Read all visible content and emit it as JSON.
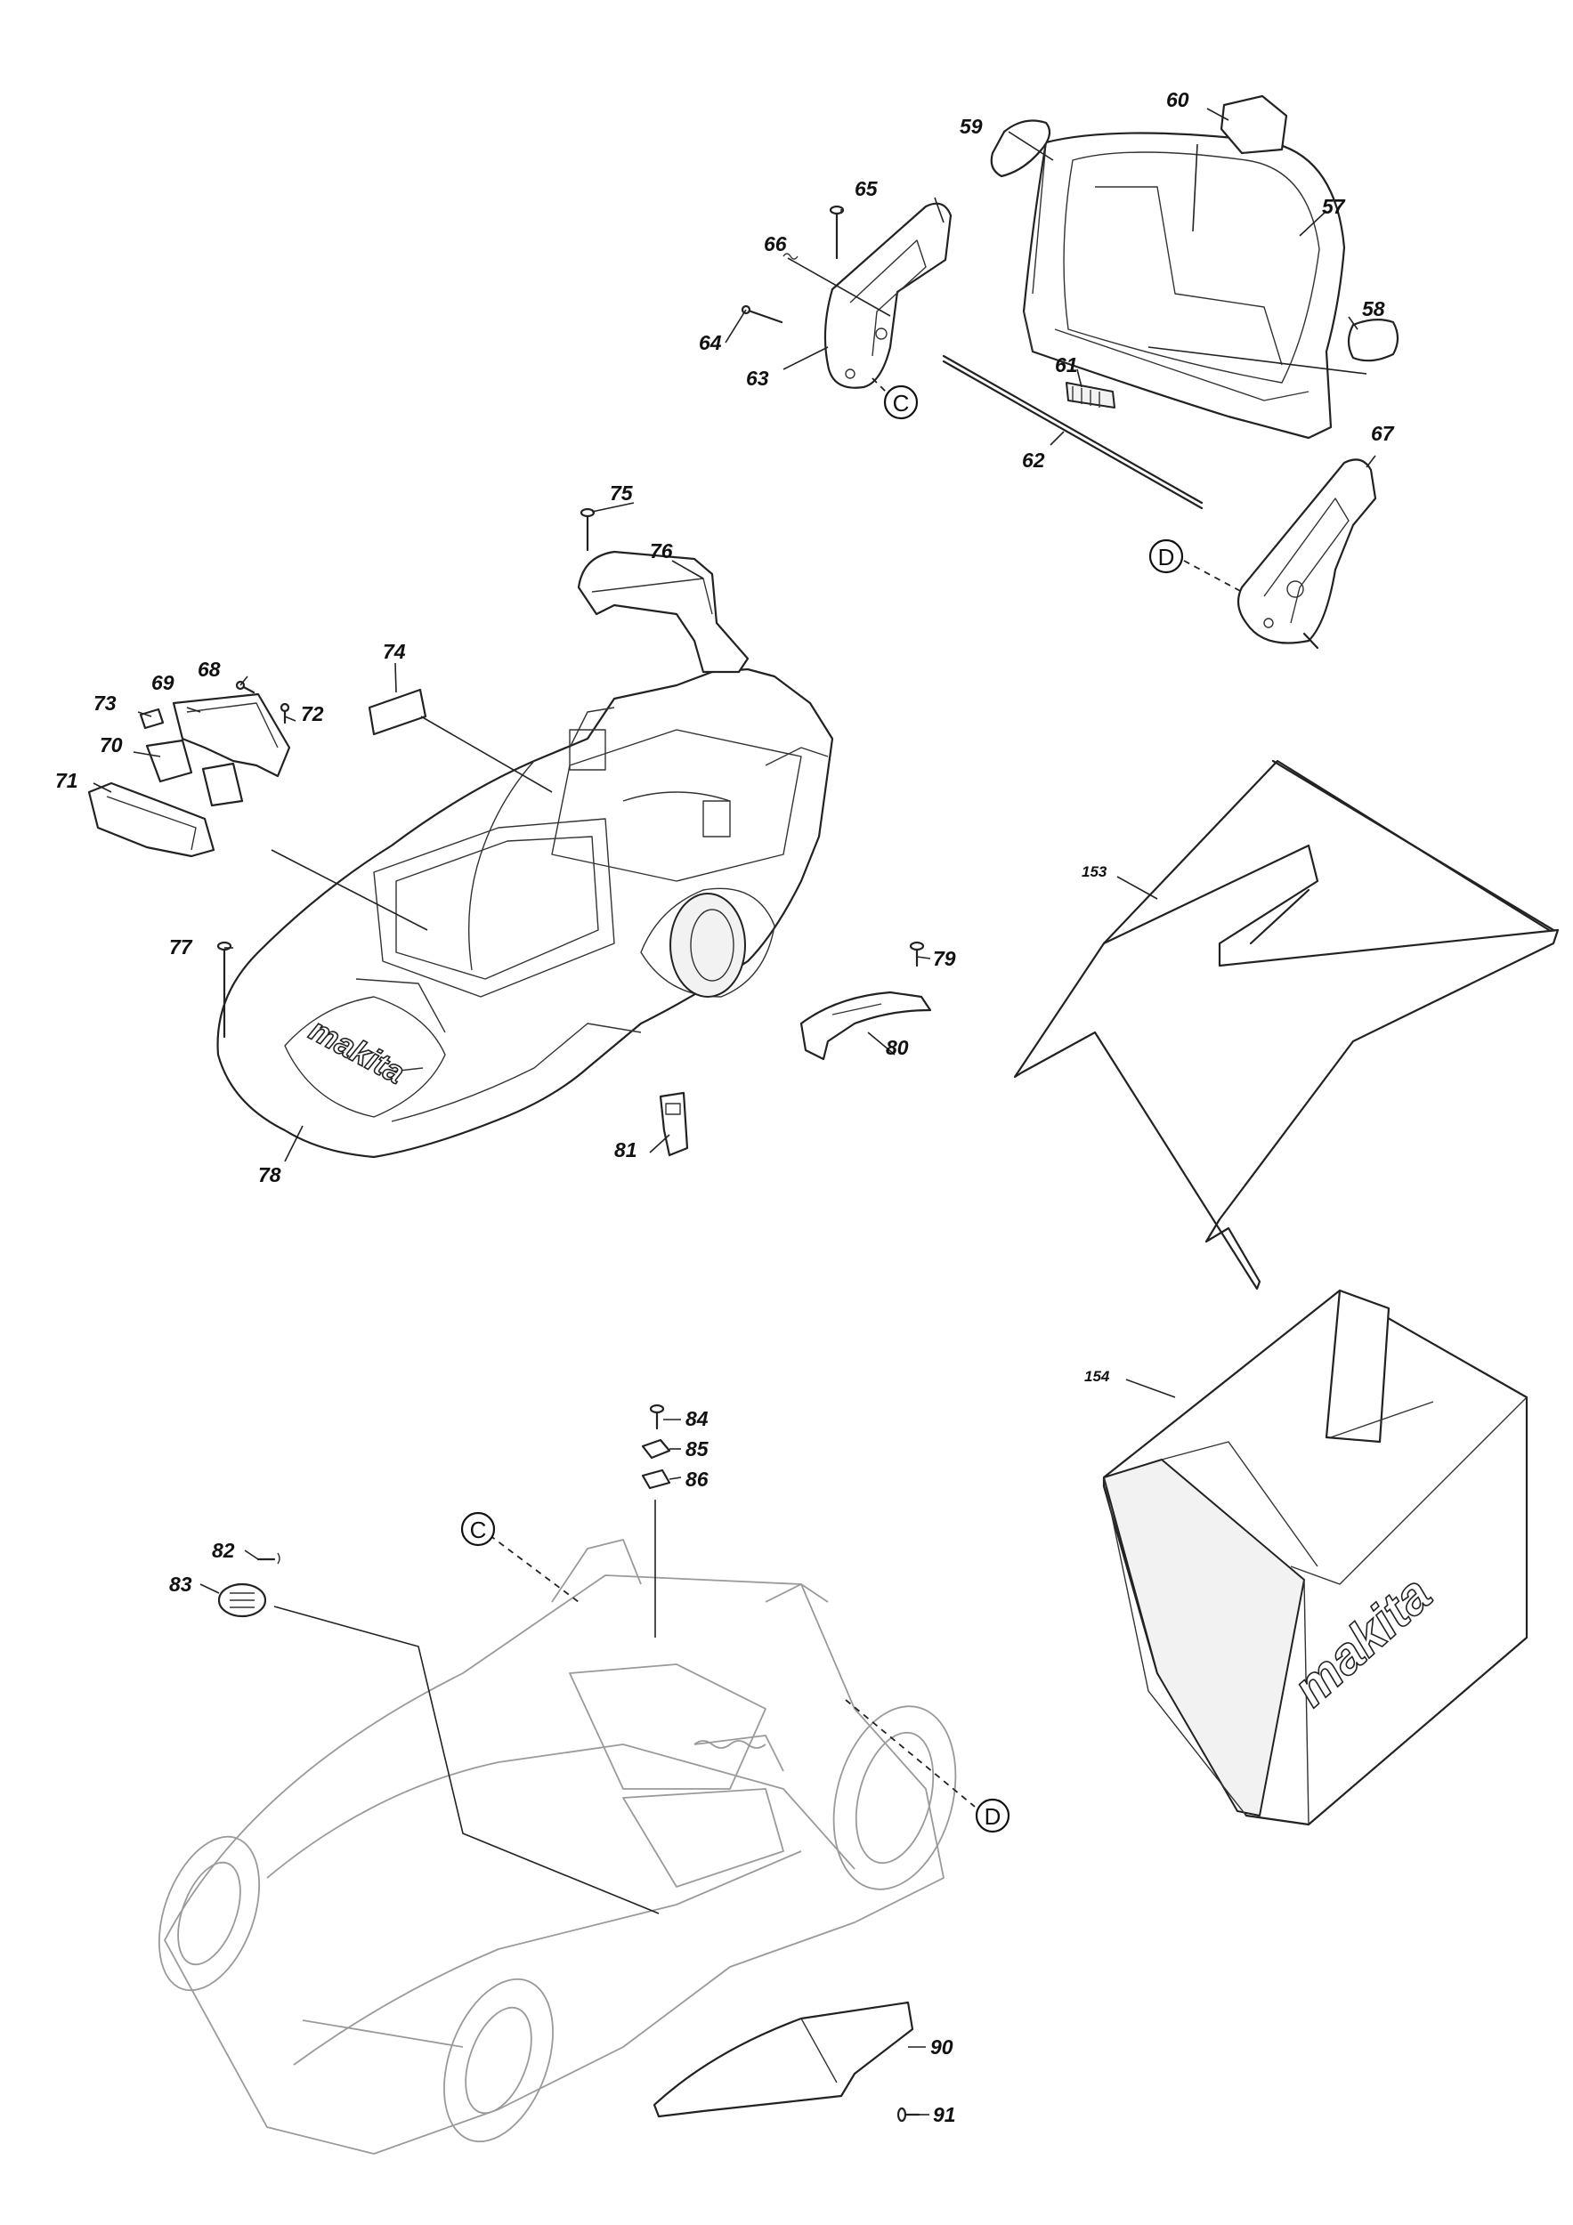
{
  "callouts": {
    "c57": "57",
    "c58": "58",
    "c59": "59",
    "c60": "60",
    "c61": "61",
    "c62": "62",
    "c63": "63",
    "c64": "64",
    "c65": "65",
    "c66": "66",
    "c67": "67",
    "c68": "68",
    "c69": "69",
    "c70": "70",
    "c71": "71",
    "c72": "72",
    "c73": "73",
    "c74": "74",
    "c75": "75",
    "c76": "76",
    "c77": "77",
    "c78": "78",
    "c79": "79",
    "c80": "80",
    "c81": "81",
    "c82": "82",
    "c83": "83",
    "c84": "84",
    "c85": "85",
    "c86": "86",
    "c90": "90",
    "c91": "91",
    "c153": "153",
    "c154": "154"
  },
  "refs": {
    "ref_c_top": "C",
    "ref_d_top": "D",
    "ref_c_bottom": "C",
    "ref_d_bottom": "D"
  },
  "branding": {
    "cover_logo": "makita",
    "bag_logo": "makita"
  },
  "colors": {
    "line": "#222222",
    "ghost_chassis": "#9a9a9a",
    "background": "#ffffff"
  }
}
